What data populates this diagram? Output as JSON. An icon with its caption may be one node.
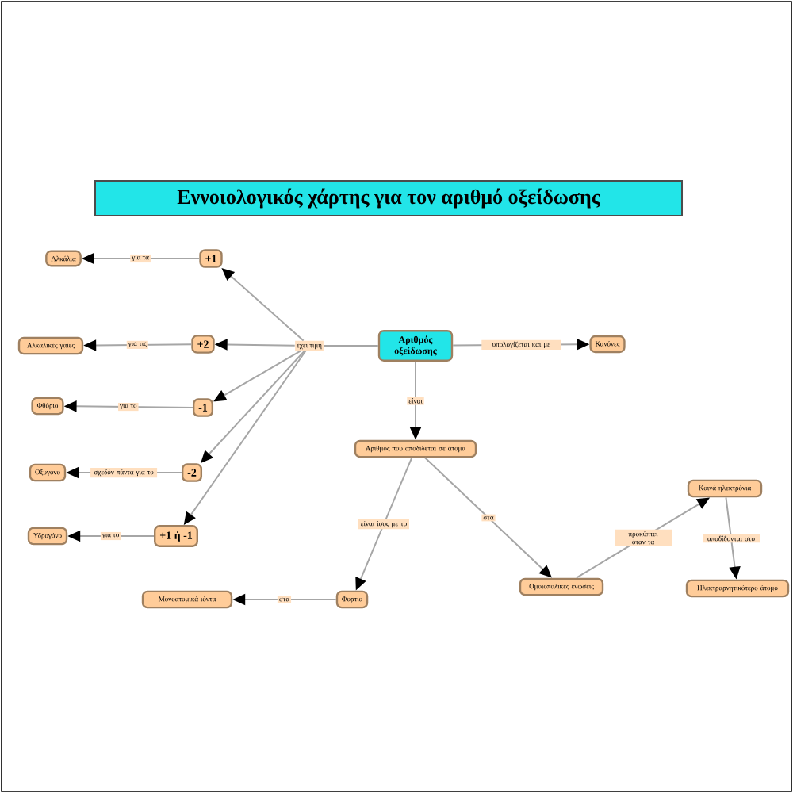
{
  "diagram": {
    "title": "Εννοιολογικός χάρτης για τον αριθμό οξείδωσης",
    "nodes": [
      {
        "text": [
          "Αλκάλια"
        ]
      },
      {
        "text": [
          "+1"
        ]
      },
      {
        "text": [
          "Αλκαλικές γαίες"
        ]
      },
      {
        "text": [
          "+2"
        ]
      },
      {
        "text": [
          "Φθόριο"
        ]
      },
      {
        "text": [
          "-1"
        ]
      },
      {
        "text": [
          "Οξυγόνο"
        ]
      },
      {
        "text": [
          "-2"
        ]
      },
      {
        "text": [
          "Υδρογόνο"
        ]
      },
      {
        "text": [
          "+1 ή -1"
        ]
      },
      {
        "text": [
          "έχει τιμή"
        ]
      },
      {
        "text": [
          "Αριθμός οξείδωσης"
        ]
      },
      {
        "text": [
          "Κανόνες"
        ]
      },
      {
        "text": [
          "Αριθμός που αποδίδεται σε άτομα"
        ]
      },
      {
        "text": [
          "Φορτίο"
        ]
      },
      {
        "text": [
          "Μονοατομικά ιόντα"
        ]
      },
      {
        "text": [
          "Ομοιοπολικές ενώσεις"
        ]
      },
      {
        "text": [
          "Κοινά ηλεκτρόνια"
        ]
      },
      {
        "text": [
          "Ηλεκτραρνητικότερο άτομο"
        ]
      }
    ],
    "edges": [
      {
        "from": 1,
        "to": 0,
        "arrow": "to",
        "label": "για τα"
      },
      {
        "from": 3,
        "to": 2,
        "arrow": "to",
        "label": "για τις"
      },
      {
        "from": 5,
        "to": 4,
        "arrow": "to",
        "label": "για το"
      },
      {
        "from": 7,
        "to": 6,
        "arrow": "to",
        "label": "σχεδόν πάντα για το"
      },
      {
        "from": 9,
        "to": 8,
        "arrow": "to",
        "label": "για το"
      },
      {
        "from": 11,
        "to": 10,
        "arrow": "none"
      },
      {
        "from": 10,
        "to": 1,
        "arrow": "to"
      },
      {
        "from": 10,
        "to": 3,
        "arrow": "to"
      },
      {
        "from": 10,
        "to": 5,
        "arrow": "to"
      },
      {
        "from": 10,
        "to": 7,
        "arrow": "to"
      },
      {
        "from": 10,
        "to": 9,
        "arrow": "to"
      },
      {
        "from": 11,
        "to": 12,
        "arrow": "to",
        "label": "υπολογίζεται και με"
      },
      {
        "from": 11,
        "to": 13,
        "arrow": "to",
        "label": "είναι"
      },
      {
        "from": 13,
        "to": 14,
        "arrow": "to",
        "label": "είναι ίσος με το"
      },
      {
        "from": 14,
        "to": 15,
        "arrow": "to",
        "label": "στα"
      },
      {
        "from": 13,
        "to": 16,
        "arrow": "to",
        "label": "στα"
      },
      {
        "from": 16,
        "to": 17,
        "arrow": "to",
        "label": "προκύπτει όταν τα"
      },
      {
        "from": 17,
        "to": 18,
        "arrow": "to",
        "label": "αποδίδονται στο"
      }
    ]
  }
}
